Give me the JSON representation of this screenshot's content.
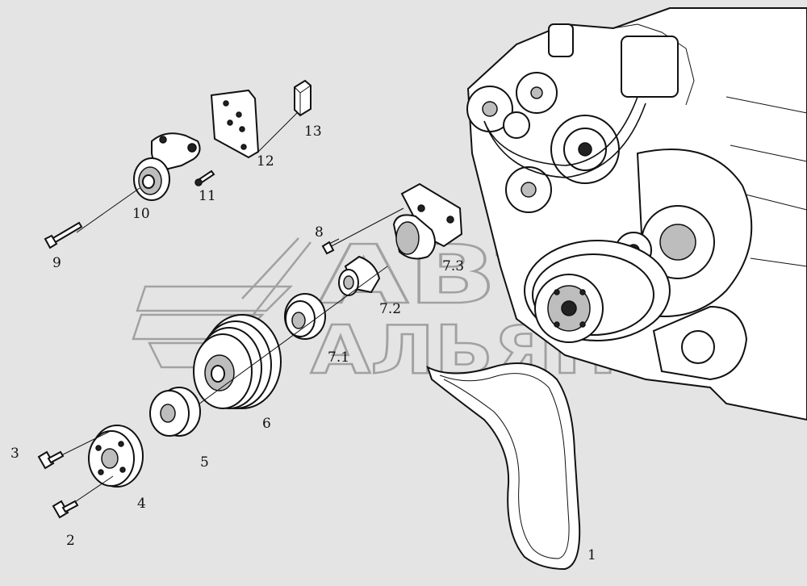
{
  "diagram": {
    "watermark": {
      "line1": "АВТО",
      "line2": "АЛЬЯНС"
    },
    "callouts": [
      {
        "id": "1",
        "label": "1"
      },
      {
        "id": "2",
        "label": "2"
      },
      {
        "id": "3",
        "label": "3"
      },
      {
        "id": "4",
        "label": "4"
      },
      {
        "id": "5",
        "label": "5"
      },
      {
        "id": "6",
        "label": "6"
      },
      {
        "id": "7_1",
        "label": "7.1"
      },
      {
        "id": "7_2",
        "label": "7.2"
      },
      {
        "id": "7_3",
        "label": "7.3"
      },
      {
        "id": "8",
        "label": "8"
      },
      {
        "id": "9",
        "label": "9"
      },
      {
        "id": "10",
        "label": "10"
      },
      {
        "id": "11",
        "label": "11"
      },
      {
        "id": "12",
        "label": "12"
      },
      {
        "id": "13",
        "label": "13"
      }
    ]
  }
}
